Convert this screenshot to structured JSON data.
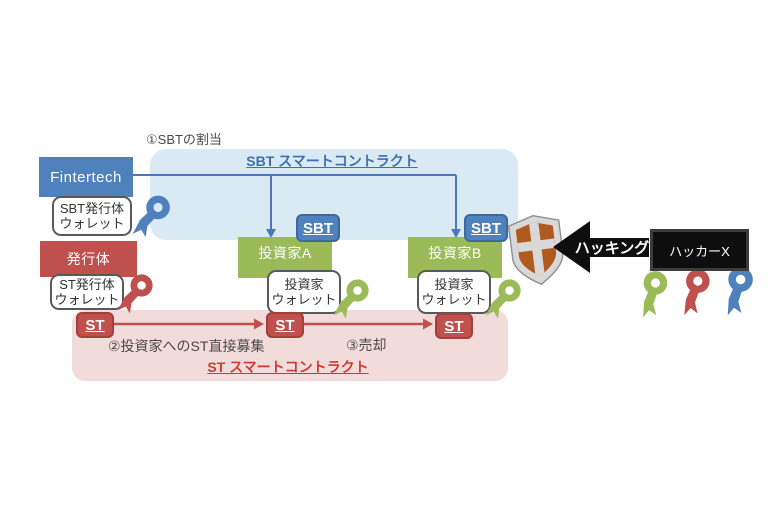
{
  "colors": {
    "blue": "#4f81bd",
    "red": "#c0504d",
    "green": "#9bbb59",
    "light_blue": "#daeaf4",
    "light_pink": "#f2dcdb",
    "black": "#0e0e0e",
    "shield_orange": "#b05a20",
    "shield_silver": "#d8d8d8"
  },
  "diagram": {
    "step1_label": "①SBTの割当",
    "step2_label": "②投資家へのST直接募集",
    "step3_label": "③売却",
    "sbt_contract_title": "SBT スマートコントラクト",
    "st_contract_title": "ST スマートコントラクト",
    "hacking_label": "ハッキング",
    "nodes": {
      "fintertech": "Fintertech",
      "issuer": "発行体",
      "investor_a": "投資家A",
      "investor_b": "投資家B",
      "hacker": "ハッカーX"
    },
    "wallets": {
      "sbt_issuer_line1": "SBT発行体",
      "st_issuer_line1": "ST発行体",
      "investor_line1": "投資家",
      "wallet_line2": "ウォレット"
    },
    "badges": {
      "sbt": "SBT",
      "st": "ST"
    },
    "icons": {
      "shield": "shield-icon",
      "hacking_arrow": "hacking-arrow-icon",
      "wallet_keys": [
        "blue-key-icon",
        "red-key-icon",
        "green-key-icon",
        "green-key-icon"
      ],
      "hacker_keys": [
        "green-key-icon",
        "red-key-icon",
        "blue-key-icon"
      ]
    }
  }
}
